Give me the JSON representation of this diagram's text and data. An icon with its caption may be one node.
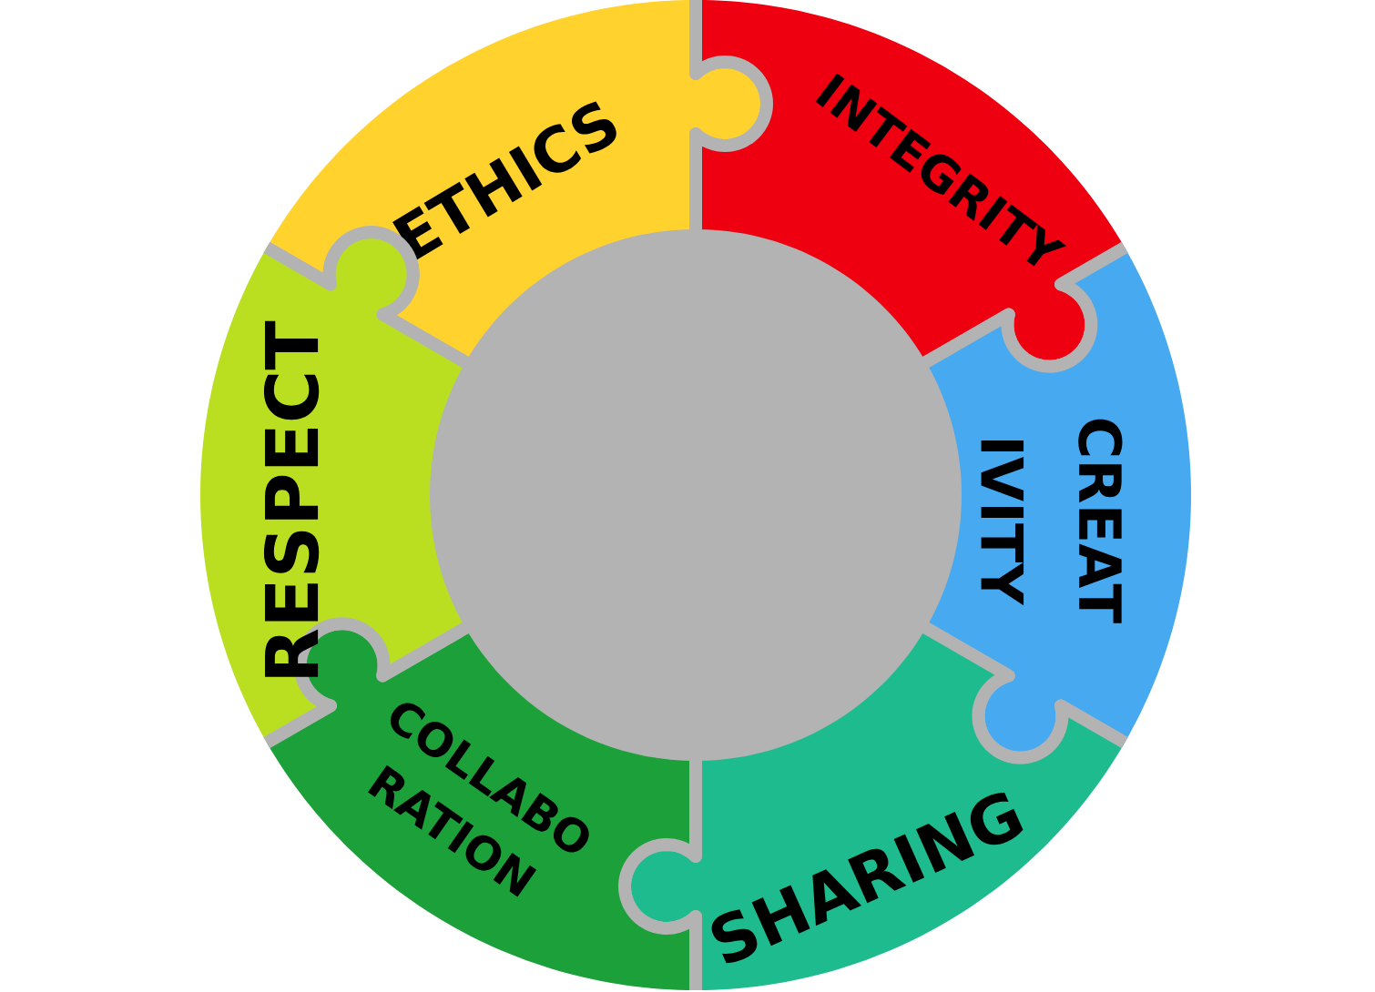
{
  "diagram": {
    "nodes": [
      {
        "text": [
          "ETHICS"
        ]
      },
      {
        "text": [
          "INTEGRITY"
        ]
      },
      {
        "text": [
          "CREAT IVITY"
        ]
      },
      {
        "text": [
          "SHARING"
        ]
      },
      {
        "text": [
          "COLLABO RATION"
        ]
      },
      {
        "text": [
          "RESPECT"
        ]
      },
      {
        "text": [],
        "shape": "circle"
      }
    ]
  }
}
